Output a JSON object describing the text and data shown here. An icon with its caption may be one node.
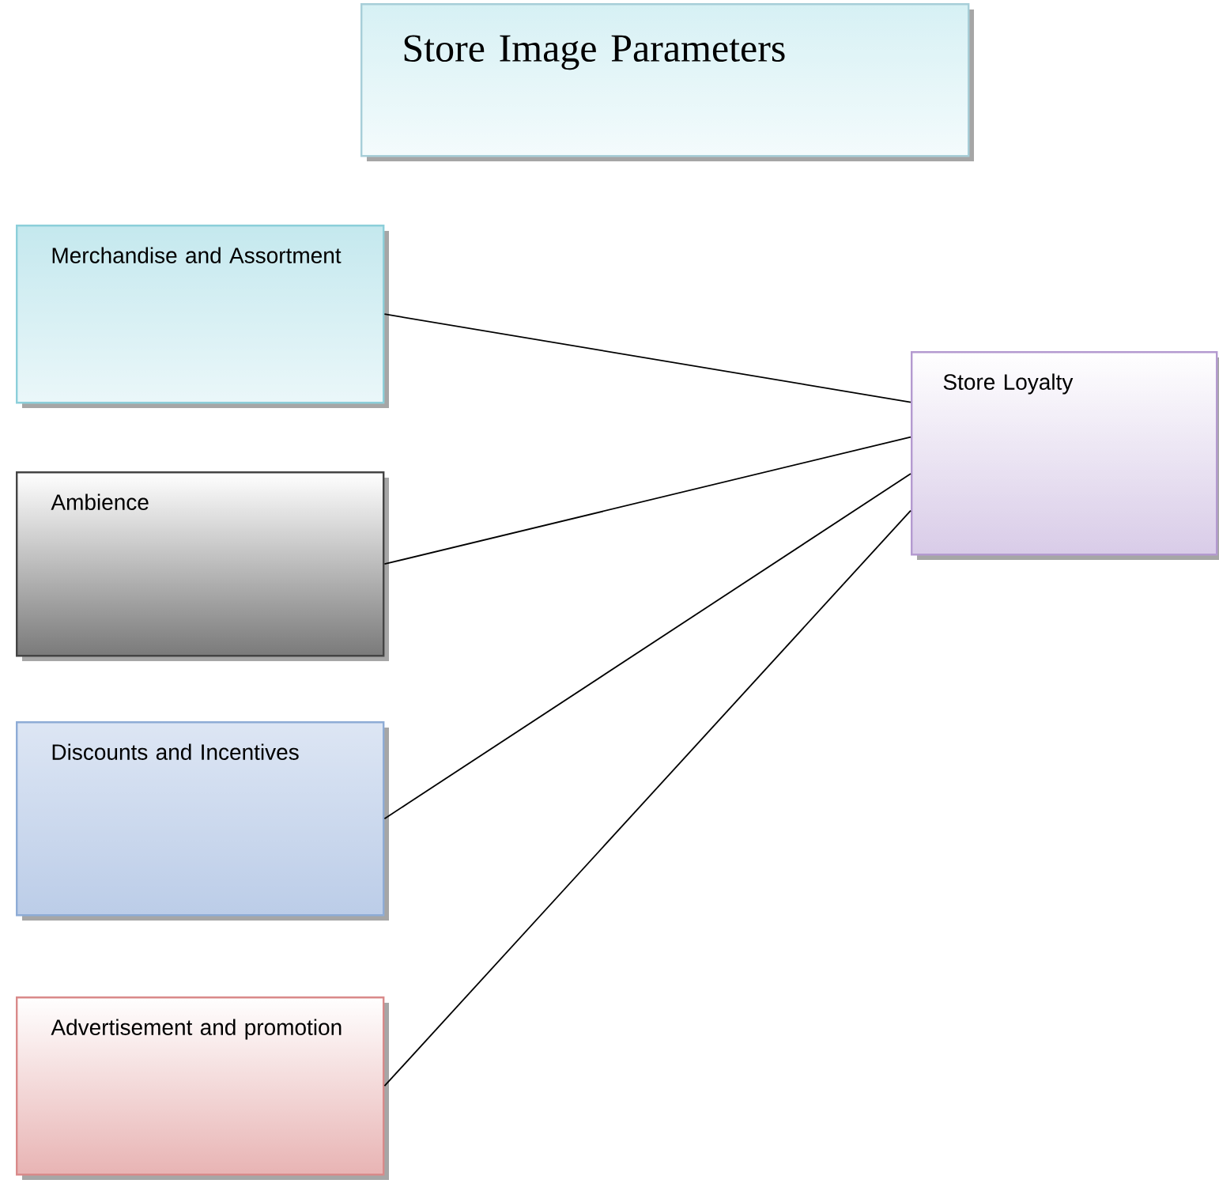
{
  "diagram": {
    "nodes": [
      {
        "text": [
          "Store Image Parameters"
        ]
      },
      {
        "text": [
          "Merchandise and Assortment"
        ]
      },
      {
        "text": [
          "Ambience"
        ]
      },
      {
        "text": [
          "Discounts and Incentives"
        ]
      },
      {
        "text": [
          "Advertisement and promotion"
        ]
      },
      {
        "text": [
          "Store Loyalty"
        ]
      }
    ],
    "edges": [
      {
        "from": 1,
        "to": 5,
        "arrow": "none"
      },
      {
        "from": 2,
        "to": 5,
        "arrow": "none"
      },
      {
        "from": 3,
        "to": 5,
        "arrow": "none"
      },
      {
        "from": 4,
        "to": 5,
        "arrow": "none"
      }
    ]
  }
}
